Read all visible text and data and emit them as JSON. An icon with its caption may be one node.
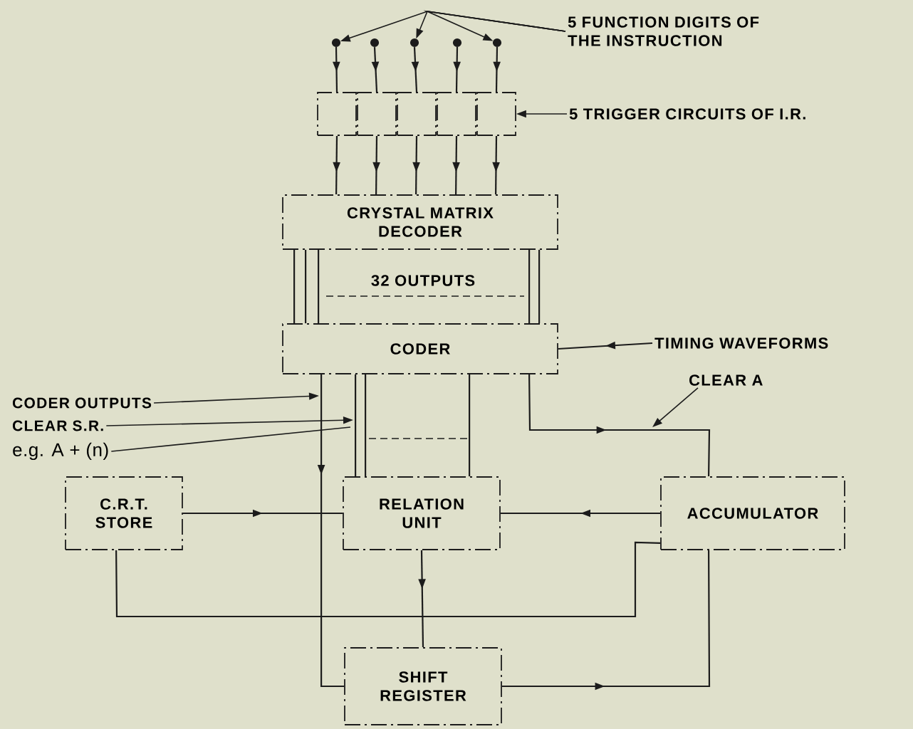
{
  "diagram": {
    "nodes": [
      {
        "text": [
          "5 FUNCTION DIGITS OF THE INSTRUCTION"
        ]
      },
      {
        "text": [],
        "shape": "circle"
      },
      {
        "text": [],
        "shape": "circle"
      },
      {
        "text": [],
        "shape": "circle"
      },
      {
        "text": [],
        "shape": "circle"
      },
      {
        "text": [],
        "shape": "circle"
      },
      {
        "text": [],
        "shape": "box"
      },
      {
        "text": [],
        "shape": "box"
      },
      {
        "text": [],
        "shape": "box"
      },
      {
        "text": [],
        "shape": "box"
      },
      {
        "text": [],
        "shape": "box"
      },
      {
        "text": [
          "5 TRIGGER CIRCUITS OF I.R."
        ]
      },
      {
        "text": [
          "CRYSTAL MATRIX DECODER"
        ]
      },
      {
        "text": [
          "CODER"
        ]
      },
      {
        "text": [
          "TIMING WAVEFORMS"
        ]
      },
      {
        "text": [
          "CLEAR A"
        ]
      },
      {
        "text": [
          "CODER OUTPUTS"
        ]
      },
      {
        "text": [
          "CLEAR S.R."
        ]
      },
      {
        "text": [
          "e.g. A + (n)"
        ]
      },
      {
        "text": [
          "C.R.T. STORE"
        ]
      },
      {
        "text": [
          "RELATION UNIT"
        ]
      },
      {
        "text": [
          "ACCUMULATOR"
        ]
      },
      {
        "text": [
          "SHIFT REGISTER"
        ]
      }
    ],
    "edges": [
      {
        "from": 0,
        "to": 1,
        "arrow": "to"
      },
      {
        "from": 0,
        "to": 3,
        "arrow": "to"
      },
      {
        "from": 0,
        "to": 5,
        "arrow": "to"
      },
      {
        "from": 1,
        "to": 6,
        "arrow": "to"
      },
      {
        "from": 2,
        "to": 7,
        "arrow": "to"
      },
      {
        "from": 3,
        "to": 8,
        "arrow": "to"
      },
      {
        "from": 4,
        "to": 9,
        "arrow": "to"
      },
      {
        "from": 5,
        "to": 10,
        "arrow": "to"
      },
      {
        "from": 6,
        "to": 12,
        "arrow": "to"
      },
      {
        "from": 7,
        "to": 12,
        "arrow": "to"
      },
      {
        "from": 8,
        "to": 12,
        "arrow": "to"
      },
      {
        "from": 9,
        "to": 12,
        "arrow": "to"
      },
      {
        "from": 10,
        "to": 12,
        "arrow": "to"
      },
      {
        "from": 11,
        "to": 10,
        "arrow": "to"
      },
      {
        "from": 12,
        "to": 13,
        "arrow": "none"
      },
      {
        "from": 12,
        "to": 13,
        "arrow": "none"
      },
      {
        "from": 12,
        "to": 13,
        "arrow": "none"
      },
      {
        "from": 12,
        "to": 13,
        "arrow": "none"
      },
      {
        "from": 12,
        "to": 13,
        "arrow": "none"
      },
      {
        "from": 14,
        "to": 13,
        "arrow": "to"
      },
      {
        "from": 15,
        "to": null,
        "arrow": "to"
      },
      {
        "from": 16,
        "to": null,
        "arrow": "to"
      },
      {
        "from": 17,
        "to": null,
        "arrow": "to"
      },
      {
        "from": 18,
        "to": null,
        "arrow": "none"
      },
      {
        "from": 13,
        "to": 22,
        "arrow": "to"
      },
      {
        "from": 13,
        "to": 20,
        "arrow": "none"
      },
      {
        "from": 13,
        "to": 20,
        "arrow": "none"
      },
      {
        "from": 13,
        "to": 20,
        "arrow": "none"
      },
      {
        "from": 13,
        "to": 21,
        "arrow": "to"
      },
      {
        "from": 19,
        "to": 20,
        "arrow": "to"
      },
      {
        "from": 21,
        "to": 20,
        "arrow": "to"
      },
      {
        "from": 20,
        "to": 22,
        "arrow": "to"
      },
      {
        "from": 19,
        "to": 21,
        "arrow": "none"
      },
      {
        "from": 22,
        "to": 21,
        "arrow": "to"
      }
    ],
    "labels": [
      "32 OUTPUTS"
    ]
  }
}
